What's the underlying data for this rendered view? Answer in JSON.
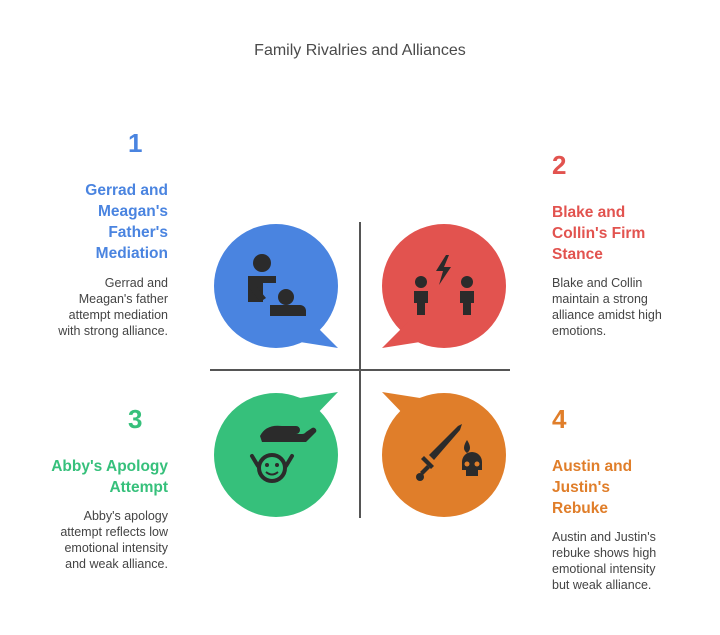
{
  "title": "Family Rivalries and Alliances",
  "quadrants": [
    {
      "number": "1",
      "heading_lines": [
        "Gerrad and",
        "Meagan's",
        "Father's",
        "Mediation"
      ],
      "description_lines": [
        "Gerrad and",
        "Meagan's father",
        "attempt mediation",
        "with strong alliance."
      ],
      "color": "#4a84e0",
      "icon": "parent-child-icon"
    },
    {
      "number": "2",
      "heading_lines": [
        "Blake and",
        "Collin's Firm",
        "Stance"
      ],
      "description_lines": [
        "Blake and Collin",
        "maintain a strong",
        "alliance amidst high",
        "emotions."
      ],
      "color": "#e2534f",
      "icon": "conflict-people-icon"
    },
    {
      "number": "3",
      "heading_lines": [
        "Abby's Apology",
        "Attempt"
      ],
      "description_lines": [
        "Abby's apology",
        "attempt reflects low",
        "emotional intensity",
        "and weak alliance."
      ],
      "color": "#36c07b",
      "icon": "hand-child-icon"
    },
    {
      "number": "4",
      "heading_lines": [
        "Austin and",
        "Justin's",
        "Rebuke"
      ],
      "description_lines": [
        "Austin and Justin's",
        "rebuke shows high",
        "emotional intensity",
        "but weak alliance."
      ],
      "color": "#e07e2a",
      "icon": "sword-skull-icon"
    }
  ]
}
